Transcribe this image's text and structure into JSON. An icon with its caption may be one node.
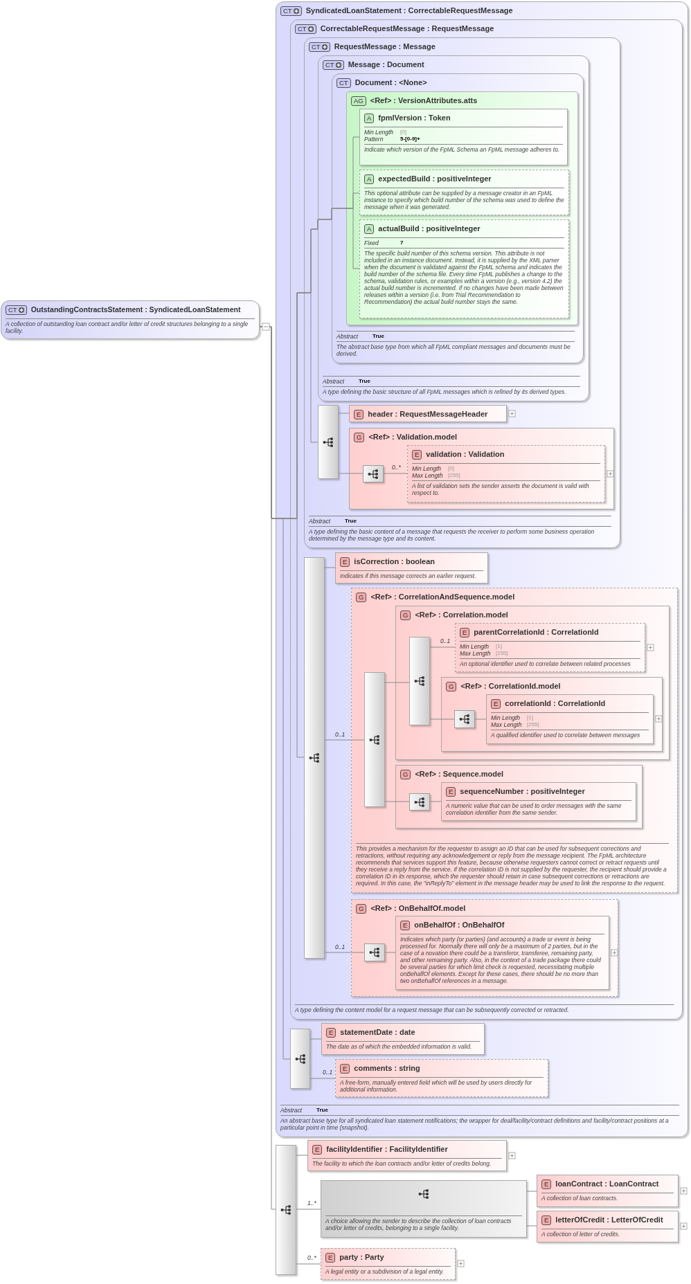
{
  "diagram": {
    "nodes": [
      {
        "text": [
          "CT",
          "OutstandingContractsStatement : SyndicatedLoanStatement",
          "A collection of outstanding loan contract and/or letter of credit structures belonging to a single facility."
        ]
      },
      {
        "text": [
          "CT",
          "SyndicatedLoanStatement : CorrectableRequestMessage",
          "Abstract",
          "True",
          "An abstract base type for all syndicated loan statement notifications; the wrapper for deal/facility/contract definitions and facility/contract positions at a particular point in time (snapshot)."
        ]
      },
      {
        "text": [
          "CT",
          "CorrectableRequestMessage : RequestMessage",
          "A type defining the content model for a request message that can be subsequently corrected or retracted."
        ],
        "in": 1
      },
      {
        "text": [
          "CT",
          "RequestMessage : Message",
          "Abstract",
          "True",
          "A type defining the basic content of a message that requests the receiver to perform some business operation determined by the message type and its content."
        ],
        "in": 2
      },
      {
        "text": [
          "CT",
          "Message : Document",
          "Abstract",
          "True",
          "A type defining the basic structure of all FpML messages which is refined by its derived types."
        ],
        "in": 3
      },
      {
        "text": [
          "CT",
          "Document : <None>",
          "Abstract",
          "True",
          "The abstract base type from which all FpML compliant messages and documents must be derived."
        ],
        "in": 4
      },
      {
        "text": [
          "AG",
          "<Ref> : VersionAttributes.atts"
        ],
        "in": 5
      },
      {
        "text": [
          "A",
          "fpmlVersion : Token",
          "Min Length",
          "[0]",
          "Pattern",
          "5-[0-9]+",
          "Indicate which version of the FpML Schema an FpML message adheres to."
        ],
        "in": 6
      },
      {
        "text": [
          "A",
          "expectedBuild : positiveInteger",
          "This optional attribute can be supplied by a message creator in an FpML instance to specify which build number of the schema was used to define the message when it was generated."
        ],
        "in": 6
      },
      {
        "text": [
          "A",
          "actualBuild : positiveInteger",
          "Fixed",
          "7",
          "The specific build number of this schema version. This attribute is not included in an instance document. Instead, it is supplied by the XML parser when the document is validated against the FpML schema and indicates the build number of the schema file. Every time FpML publishes a change to the schema, validation rules, or examples within a version (e.g., version 4.2) the actual build number is incremented. If no changes have been made between releases within a version (i.e. from Trial Recommendation to Recommendation) the actual build number stays the same."
        ],
        "in": 6
      },
      {
        "text": [],
        "shape": "bar",
        "in": 3
      },
      {
        "text": [
          "E",
          "header : RequestMessageHeader"
        ],
        "in": 3
      },
      {
        "text": [
          "G",
          "<Ref> : Validation.model"
        ],
        "in": 3
      },
      {
        "text": [],
        "shape": "box",
        "in": 12
      },
      {
        "text": [
          "E",
          "validation : Validation",
          "Min Length",
          "[0]",
          "Max Length",
          "[255]",
          "A list of validation sets the sender asserts the document is valid with respect to."
        ],
        "in": 12
      },
      {
        "text": [],
        "shape": "bar",
        "in": 2
      },
      {
        "text": [
          "E",
          "isCorrection : boolean",
          "Indicates if this message corrects an earlier request."
        ],
        "in": 2
      },
      {
        "text": [
          "G",
          "<Ref> : CorrelationAndSequence.model",
          "This provides a mechanism for the requester to assign an ID that can be used for subsequent corrections and retractions, without requiring any acknowledgement or reply from the message recipient. The FpML architecture recommends that services support this feature, because otherwise requesters cannot correct or retract requests until they receive a reply from the service. If the correlation ID is not supplied by the requester, the recipient should provide a correlation ID in its response, which the requester should retain in case subsequent corrections or retractions are required. In this case, the \"inReplyTo\" element in the message header may be used to link the response to the request."
        ],
        "in": 2
      },
      {
        "text": [],
        "shape": "bar",
        "in": 17
      },
      {
        "text": [
          "G",
          "<Ref> : Correlation.model"
        ],
        "in": 17
      },
      {
        "text": [],
        "shape": "bar",
        "in": 19
      },
      {
        "text": [
          "E",
          "parentCorrelationId : CorrelationId",
          "Min Length",
          "[1]",
          "Max Length",
          "[255]",
          "An optional identifier used to correlate between related processes"
        ],
        "in": 19
      },
      {
        "text": [
          "G",
          "<Ref> : CorrelationId.model"
        ],
        "in": 19
      },
      {
        "text": [],
        "shape": "box",
        "in": 22
      },
      {
        "text": [
          "E",
          "correlationId : CorrelationId",
          "Min Length",
          "[1]",
          "Max Length",
          "[255]",
          "A qualified identifier used to correlate between messages"
        ],
        "in": 22
      },
      {
        "text": [
          "G",
          "<Ref> : Sequence.model"
        ],
        "in": 17
      },
      {
        "text": [],
        "shape": "box",
        "in": 25
      },
      {
        "text": [
          "E",
          "sequenceNumber : positiveInteger",
          "A numeric value that can be used to order messages with the same correlation identifier from the same sender."
        ],
        "in": 25
      },
      {
        "text": [
          "G",
          "<Ref> : OnBehalfOf.model"
        ],
        "in": 2
      },
      {
        "text": [],
        "shape": "box",
        "in": 28
      },
      {
        "text": [
          "E",
          "onBehalfOf : OnBehalfOf",
          "Indicates which party (or parties) (and accounts) a trade or event is being processed for. Normally there will only be a maximum of 2 parties, but in the case of a novation there could be a transferor, transferee, remaining party, and other remaining party. Also, in the context of a trade package there could be several parties for which limit check is requested, necessitating multiple onBehalfOf elements. Except for these cases, there should be no more than two onBehalfOf references in a message."
        ],
        "in": 28
      },
      {
        "text": [],
        "shape": "bar",
        "in": 1
      },
      {
        "text": [
          "E",
          "statementDate : date",
          "The date as of which the embedded information is valid."
        ],
        "in": 1
      },
      {
        "text": [
          "E",
          "comments : string",
          "A free-form, manually entered field which will be used by users directly for additional information."
        ],
        "in": 1
      },
      {
        "text": [],
        "shape": "bar"
      },
      {
        "text": [
          "E",
          "facilityIdentifier : FacilityIdentifier",
          "The facility to which the loan contracts and/or letter of credits belong."
        ]
      },
      {
        "text": [
          "A choice allowing the sender to describe the collection of loan contracts and/or letter of credits, belonging to a single facility."
        ]
      },
      {
        "text": [
          "E",
          "loanContract : LoanContract",
          "A collection of loan contracts."
        ]
      },
      {
        "text": [
          "E",
          "letterOfCredit : LetterOfCredit",
          "A collection of letter of credits."
        ]
      },
      {
        "text": [
          "E",
          "party : Party",
          "A legal entity or a subdivision of a legal entity."
        ]
      }
    ],
    "edges": [
      {
        "from": 0,
        "to": 34,
        "arrow": "none"
      },
      {
        "from": 0,
        "to": 31,
        "arrow": "none"
      },
      {
        "from": 0,
        "to": 15,
        "arrow": "none"
      },
      {
        "from": 0,
        "to": 10,
        "arrow": "none"
      },
      {
        "from": 0,
        "to": 7,
        "arrow": "none"
      },
      {
        "from": 0,
        "to": 8,
        "arrow": "none"
      },
      {
        "from": 0,
        "to": 9,
        "arrow": "none"
      },
      {
        "from": 10,
        "to": 11,
        "arrow": "none"
      },
      {
        "from": 10,
        "to": 13,
        "arrow": "none"
      },
      {
        "from": 13,
        "to": 14,
        "arrow": "none",
        "label": "0..*"
      },
      {
        "from": 15,
        "to": 16,
        "arrow": "none"
      },
      {
        "from": 15,
        "to": 18,
        "arrow": "none",
        "label": "0..1"
      },
      {
        "from": 18,
        "to": 20,
        "arrow": "none"
      },
      {
        "from": 18,
        "to": 26,
        "arrow": "none"
      },
      {
        "from": 20,
        "to": 21,
        "arrow": "none",
        "label": "0..1"
      },
      {
        "from": 20,
        "to": 23,
        "arrow": "none"
      },
      {
        "from": 23,
        "to": 24,
        "arrow": "none"
      },
      {
        "from": 26,
        "to": 27,
        "arrow": "none"
      },
      {
        "from": 15,
        "to": 29,
        "arrow": "none",
        "label": "0..1"
      },
      {
        "from": 29,
        "to": 30,
        "arrow": "none"
      },
      {
        "from": 31,
        "to": 32,
        "arrow": "none"
      },
      {
        "from": 31,
        "to": 33,
        "arrow": "none",
        "label": "0..1"
      },
      {
        "from": 34,
        "to": 35,
        "arrow": "none"
      },
      {
        "from": 34,
        "to": 36,
        "arrow": "none",
        "label": "1..*"
      },
      {
        "from": 34,
        "to": 39,
        "arrow": "none",
        "label": "0..*"
      },
      {
        "from": 36,
        "to": 37,
        "arrow": "none"
      },
      {
        "from": 36,
        "to": 38,
        "arrow": "none"
      }
    ]
  }
}
